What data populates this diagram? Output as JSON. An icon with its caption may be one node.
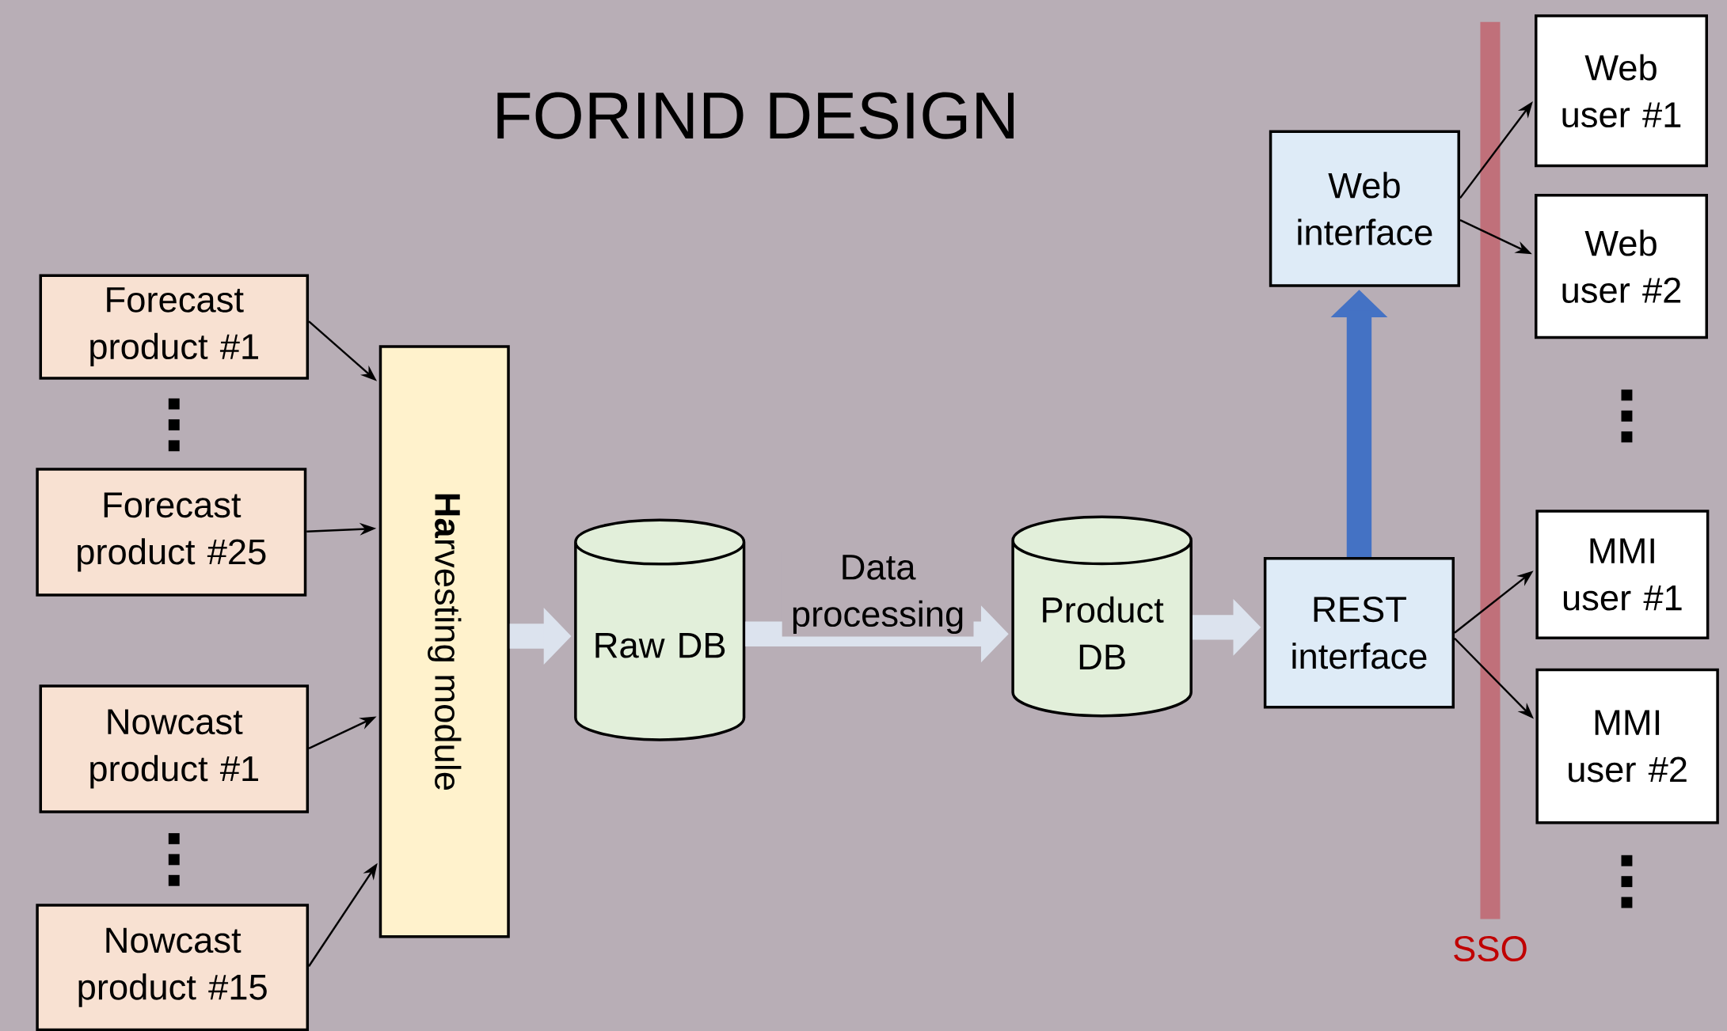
{
  "diagram": {
    "title": "FORIND DESIGN",
    "nodes": [
      {
        "text": [
          "Forecast product #1"
        ]
      },
      {
        "text": [
          "Forecast product #25"
        ]
      },
      {
        "text": [
          "Nowcast product #1"
        ]
      },
      {
        "text": [
          "Nowcast product #15"
        ]
      },
      {
        "text": [
          "**Ha**rvesting module"
        ]
      },
      {
        "text": [
          "Raw DB"
        ]
      },
      {
        "text": [
          "Product DB"
        ]
      },
      {
        "text": [
          "REST interface"
        ]
      },
      {
        "text": [
          "Web interface"
        ]
      },
      {
        "text": [
          "Web user #1"
        ]
      },
      {
        "text": [
          "Web user #2"
        ]
      },
      {
        "text": [
          "MMI user #1"
        ]
      },
      {
        "text": [
          "MMI user #2"
        ]
      }
    ],
    "labels": [
      "SSO"
    ],
    "edges": [
      {
        "from": 0,
        "to": 4,
        "arrow": "to"
      },
      {
        "from": 1,
        "to": 4,
        "arrow": "to"
      },
      {
        "from": 2,
        "to": 4,
        "arrow": "to"
      },
      {
        "from": 3,
        "to": 4,
        "arrow": "to"
      },
      {
        "from": 4,
        "to": 5,
        "arrow": "to",
        "style": "thick",
        "color": "#dce3ee"
      },
      {
        "from": 5,
        "to": 6,
        "arrow": "to",
        "style": "thick",
        "color": "#dce3ee",
        "label": "Data processing"
      },
      {
        "from": 6,
        "to": 7,
        "arrow": "to",
        "style": "thick",
        "color": "#dce3ee"
      },
      {
        "from": 7,
        "to": 8,
        "arrow": "to",
        "style": "thick",
        "color": "#4472c4"
      },
      {
        "from": 8,
        "to": 9,
        "arrow": "to"
      },
      {
        "from": 8,
        "to": 10,
        "arrow": "to"
      },
      {
        "from": 7,
        "to": 11,
        "arrow": "to"
      },
      {
        "from": 7,
        "to": 12,
        "arrow": "to"
      }
    ]
  }
}
